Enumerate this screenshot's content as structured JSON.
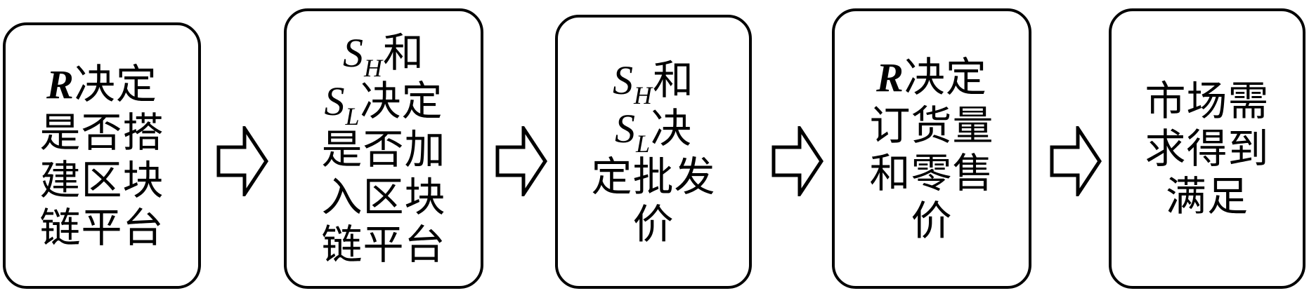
{
  "steps": [
    {
      "lines": [
        "决定",
        "是否搭",
        "建区块",
        "链平台"
      ],
      "var": "R"
    },
    {
      "line1_var": "S",
      "line1_sub": "H",
      "line1_text": "和",
      "line2_var": "S",
      "line2_sub": "L",
      "line2_text": "决定",
      "lines": [
        "是否加",
        "入区块",
        "链平台"
      ]
    },
    {
      "line1_var": "S",
      "line1_sub": "H",
      "line1_text": "和",
      "line2_var": "S",
      "line2_sub": "L",
      "line2_text": "决",
      "lines": [
        "定批发",
        "价"
      ]
    },
    {
      "var": "R",
      "lines": [
        "决定",
        "订货量",
        "和零售",
        "价"
      ]
    },
    {
      "lines": [
        "市场需",
        "求得到",
        "满足"
      ]
    }
  ]
}
